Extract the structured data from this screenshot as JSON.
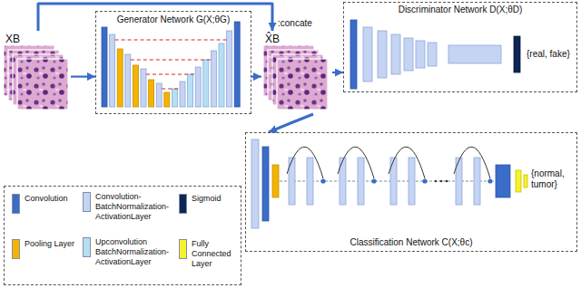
{
  "diagram": {
    "nodes": [
      {
        "text": [
          "XB"
        ]
      },
      {
        "text": [
          "Generator Network G(X;θG)"
        ]
      },
      {
        "text": [
          "X̂B"
        ]
      },
      {
        "text": [
          "Discriminator Network D(X;θD)"
        ]
      },
      {
        "text": [
          "Classification Network C(X;θc)"
        ]
      }
    ],
    "edges": [
      {
        "from": 0,
        "to": 1,
        "arrow": "to"
      },
      {
        "from": 1,
        "to": 2,
        "arrow": "to"
      },
      {
        "from": 0,
        "to": 2,
        "arrow": "to"
      },
      {
        "from": 2,
        "to": 3,
        "arrow": "to"
      },
      {
        "from": 2,
        "to": 4,
        "arrow": "to"
      }
    ],
    "labels": [
      ":concate",
      "{real, fake}",
      "{normal, tumor}"
    ],
    "legend": [
      {
        "text": "Convolution",
        "color": "#3a6cc8"
      },
      {
        "text": "Convolution-BatchNormalization-ActivationLayer",
        "color": "#c5d4f2"
      },
      {
        "text": "Sigmoid",
        "color": "#0c2656"
      },
      {
        "text": "Pooling Layer",
        "color": "#f3b300"
      },
      {
        "text": "Upconvolution BatchNormalization-ActivationLayer",
        "color": "#b8def3"
      },
      {
        "text": "Fully Connected Layer",
        "color": "#f6f22c"
      }
    ]
  }
}
